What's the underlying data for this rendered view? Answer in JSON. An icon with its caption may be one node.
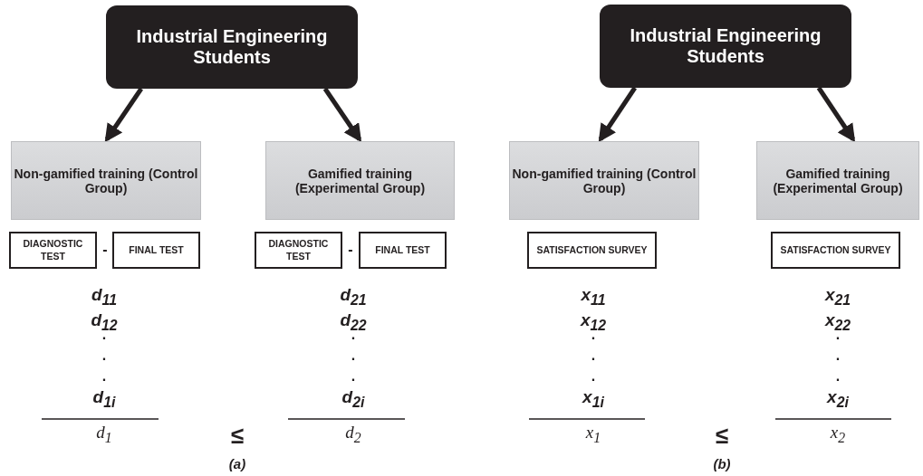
{
  "diagram": {
    "nodes": [
      {
        "text": [
          "Industrial Engineering Students"
        ]
      },
      {
        "text": [
          "Non-gamified training (Control Group)"
        ]
      },
      {
        "text": [
          "Gamified training (Experimental Group)"
        ]
      },
      {
        "text": [
          "DIAGNOSTIC TEST"
        ]
      },
      {
        "text": [
          "FINAL TEST"
        ]
      },
      {
        "text": [
          "DIAGNOSTIC TEST"
        ]
      },
      {
        "text": [
          "FINAL TEST"
        ]
      },
      {
        "text": [
          "Industrial Engineering Students"
        ]
      },
      {
        "text": [
          "Non-gamified training (Control Group)"
        ]
      },
      {
        "text": [
          "Gamified training (Experimental Group)"
        ]
      },
      {
        "text": [
          "SATISFACTION SURVEY"
        ]
      },
      {
        "text": [
          "SATISFACTION SURVEY"
        ]
      }
    ],
    "edges": [
      {
        "from": 0,
        "to": 1,
        "arrow": "to"
      },
      {
        "from": 0,
        "to": 2,
        "arrow": "to"
      },
      {
        "from": 7,
        "to": 8,
        "arrow": "to"
      },
      {
        "from": 7,
        "to": 9,
        "arrow": "to"
      }
    ],
    "labels": [
      "-",
      "-",
      "d$_{11}$",
      "d$_{21}$",
      "x$_{11}$",
      "x$_{21}$",
      "d$_{12}$",
      "d$_{22}$",
      "x$_{12}$",
      "x$_{22}$",
      ".",
      ".",
      ".",
      ".",
      ".",
      ".",
      ".",
      ".",
      ".",
      ".",
      ".",
      ".",
      "d$_{1i}$",
      "d$_{2i}$",
      "x$_{1i}$",
      "x$_{2i}$",
      "d$_{1}$",
      "≤",
      "d$_{2}$",
      "x$_{1}$",
      "≤",
      "x$_{2}$",
      "(a)",
      "(b)"
    ]
  }
}
